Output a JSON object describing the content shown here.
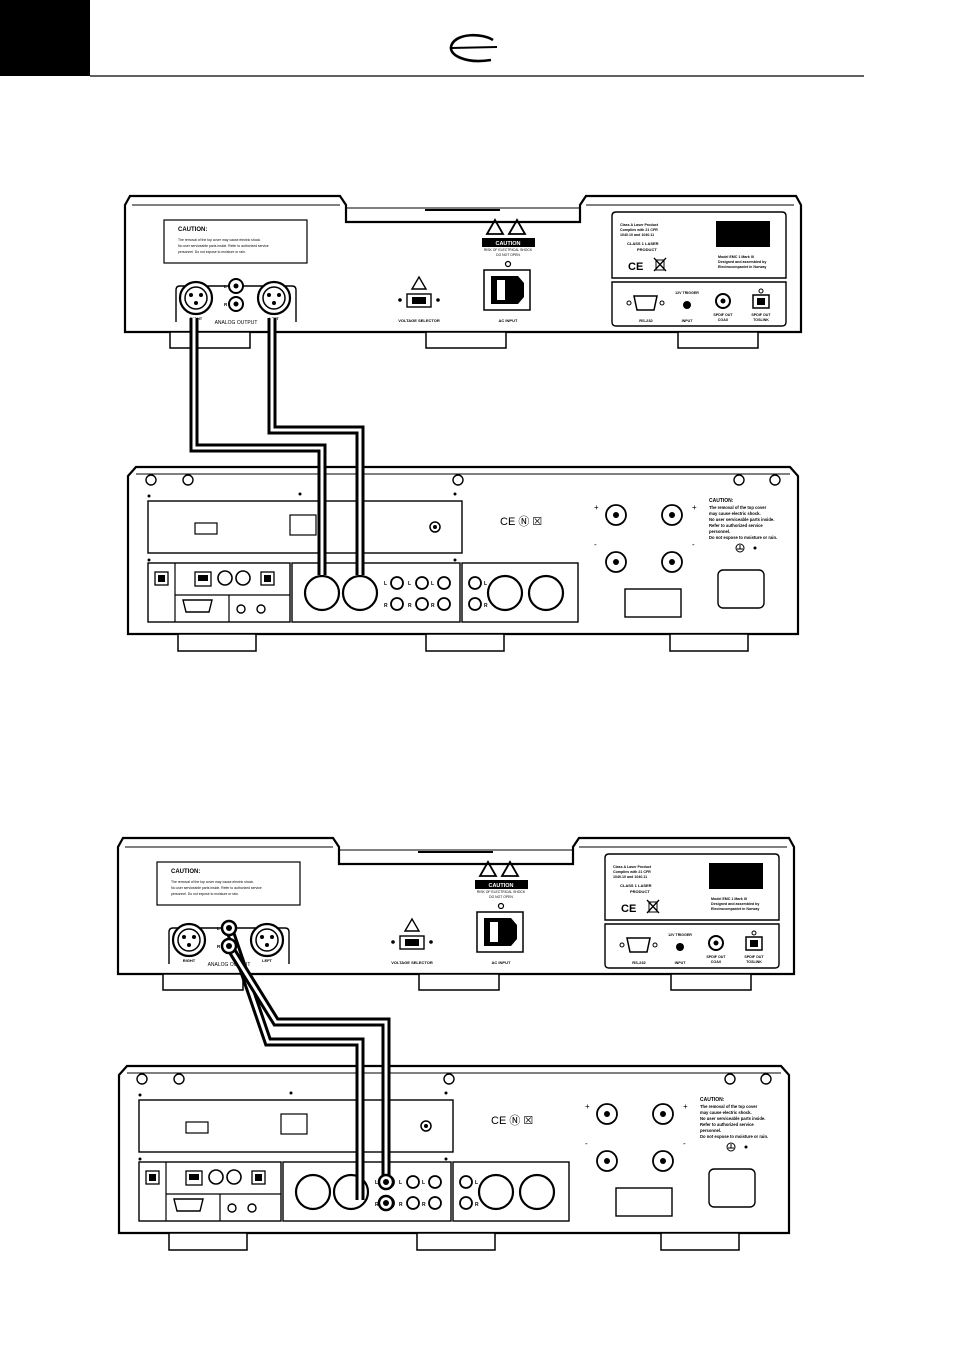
{
  "header": {
    "brand_icon": "electrocompaniet-logo-icon"
  },
  "source_panel": {
    "caution_title": "CAUTION:",
    "caution_body": [
      "The removal of the top cover may cause electric shock.",
      "No user serviceable parts inside. Refer to authorized service",
      "personnel. Do not expose to moisture or rain."
    ],
    "warning_label": "CAUTION",
    "warning_sub": [
      "RISK OF ELECTRICAL SHOCK",
      "DO NOT OPEN"
    ],
    "right_label": "RIGHT",
    "left_label": "LEFT",
    "analog_output": "ANALOG OUTPUT",
    "rca_l": "L",
    "rca_r": "R",
    "voltage_selector": "VOLTAGE SELECTOR",
    "ac_input": "AC INPUT",
    "laser_info": [
      "Class A Laser Product",
      "Complies with 21 CFR",
      "1040.10 and 1040.11"
    ],
    "class_laser": [
      "CLASS 1 LASER",
      "PRODUCT"
    ],
    "model_info": [
      "Model EMC 1 Mark III",
      "Designed and assembled by",
      "Electrocompaniet in Norway"
    ],
    "ce_mark": "CE",
    "rs232": "RS-232",
    "trigger": [
      "12V TRIGGER",
      "INPUT"
    ],
    "spdif_coax": [
      "SPDIF OUT",
      "COAX"
    ],
    "spdif_toslink": [
      "SPDIF OUT",
      "TOSLINK"
    ]
  },
  "amp_panel": {
    "caution_title": "CAUTION:",
    "caution_body": [
      "The removal of the top cover",
      "may cause electric shock.",
      "No user serviceable parts inside.",
      "Refer to authorized service",
      "personnel.",
      "Do not expose to moisture or rain."
    ],
    "marks": "CE  Ⓝ  ☒",
    "plus": "+",
    "minus": "-",
    "rca_l": "L",
    "rca_r": "R"
  },
  "colors": {
    "ink": "#000000",
    "paper": "#ffffff",
    "cable": "#000000"
  }
}
